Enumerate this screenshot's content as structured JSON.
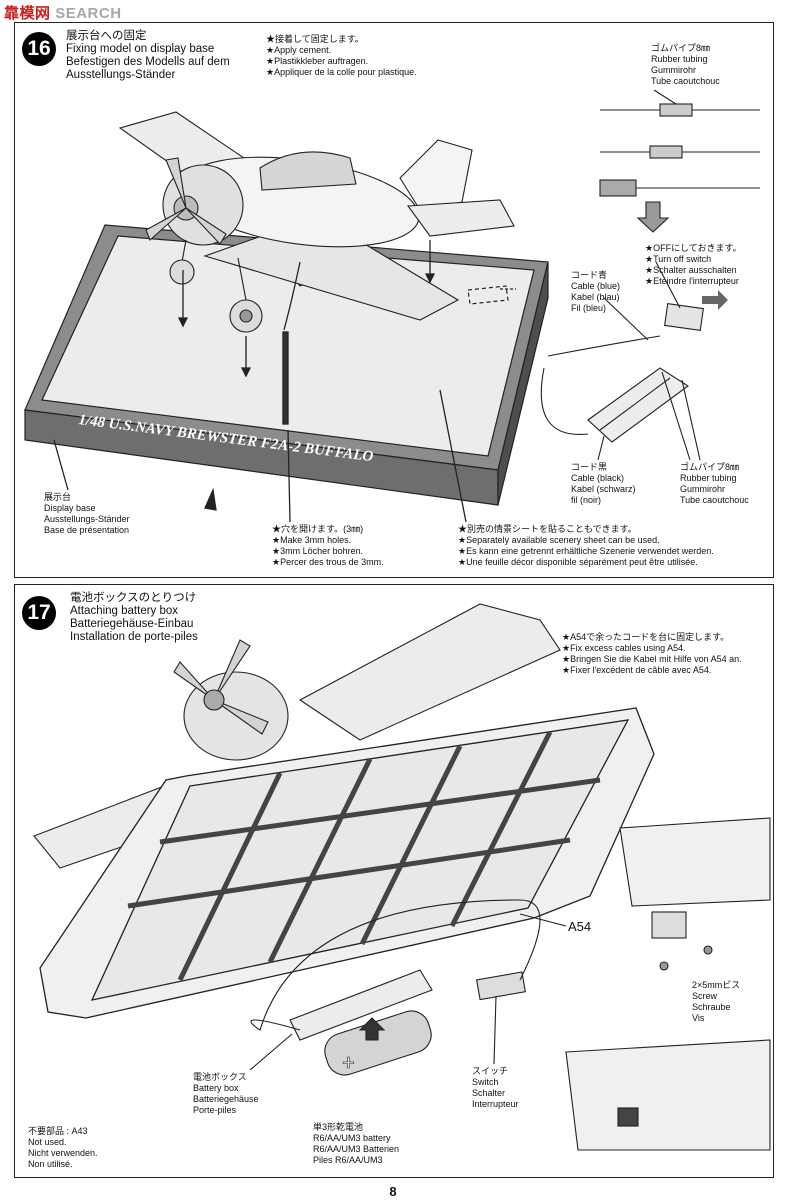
{
  "watermark": {
    "cn": "靠模网",
    "en": "SEARCH"
  },
  "step16": {
    "number": "16",
    "title": [
      "展示台への固定",
      "Fixing model on display base",
      "Befestigen des Modells auf dem",
      "Ausstellungs-Ständer"
    ],
    "cement": [
      "★接着して固定します。",
      "★Apply cement.",
      "★Plastikkleber auftragen.",
      "★Appliquer de la colle pour plastique."
    ],
    "rubber_tube_top": [
      "ゴムパイプ8㎜",
      "Rubber tubing",
      "Gummirohr",
      "Tube caoutchouc"
    ],
    "switch_off": [
      "★OFFにしておきます。",
      "★Turn off switch",
      "★Schalter ausschalten",
      "★Eteindre l'interrupteur"
    ],
    "cable_blue": [
      "コード青",
      "Cable (blue)",
      "Kabel (blau)",
      "Fil (bleu)"
    ],
    "cable_black": [
      "コード黒",
      "Cable (black)",
      "Kabel (schwarz)",
      "fil (noir)"
    ],
    "rubber_tube_bottom": [
      "ゴムパイプ8㎜",
      "Rubber tubing",
      "Gummirohr",
      "Tube caoutchouc"
    ],
    "display_base": [
      "展示台",
      "Display base",
      "Ausstellungs-Ständer",
      "Base de présentation"
    ],
    "holes": [
      "★穴を開けます。(3㎜)",
      "★Make 3mm holes.",
      "★3mm Löcher bohren.",
      "★Percer des trous de 3mm."
    ],
    "scenery": [
      "★別売の情景シートを貼ることもできます。",
      "★Separately available scenery sheet can be used.",
      "★Es kann eine getrennt erhältliche Szenerie verwendet werden.",
      "★Une feuille décor disponible séparément peut être utilisée."
    ],
    "base_plate_text": "1/48 U.S.NAVY BREWSTER F2A-2 BUFFALO"
  },
  "step17": {
    "number": "17",
    "title": [
      "電池ボックスのとりつけ",
      "Attaching battery box",
      "Batteriegehäuse-Einbau",
      "Installation de porte-piles"
    ],
    "fix_cables": [
      "★A54で余ったコードを台に固定します。",
      "★Fix excess cables using A54.",
      "★Bringen Sie die Kabel mit Hilfe von A54 an.",
      "★Fixer l'excédent de câble avec A54."
    ],
    "part_a54": "A54",
    "screw": [
      "2×5mmビス",
      "Screw",
      "Schraube",
      "Vis"
    ],
    "switch": [
      "スイッチ",
      "Switch",
      "Schalter",
      "Interrupteur"
    ],
    "battery_box": [
      "電池ボックス",
      "Battery box",
      "Batteriegehäuse",
      "Porte-piles"
    ],
    "battery": [
      "単3形乾電池",
      "R6/AA/UM3 battery",
      "R6/AA/UM3 Batterien",
      "Piles R6/AA/UM3"
    ],
    "not_used": [
      "不要部品 : A43",
      "Not used.",
      "Nicht verwenden.",
      "Non utilisé."
    ],
    "battery_plus": "+"
  },
  "page_number": "8"
}
